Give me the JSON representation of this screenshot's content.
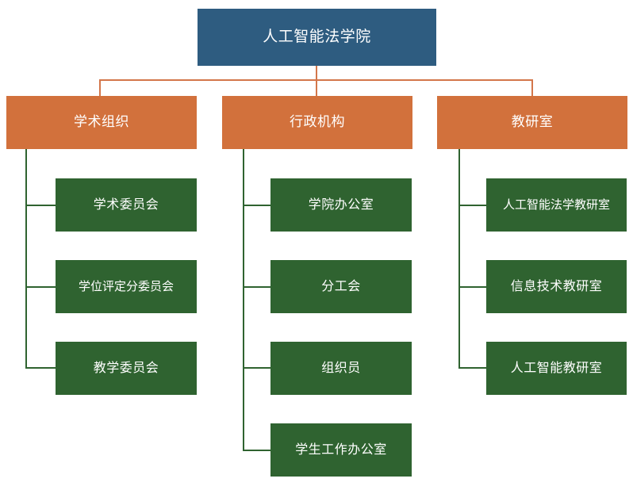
{
  "diagram": {
    "type": "organization-chart",
    "title_node": {
      "label": "人工智能法学院",
      "color": "#2E5C80",
      "level": 0
    },
    "colors": {
      "root": "#2E5C80",
      "branch": "#D2713C",
      "leaf": "#2F6330",
      "connector_orange": "#D3764A",
      "connector_green": "#2F6330",
      "background": "#FFFFFF",
      "text": "#FFFFFF"
    },
    "branches": [
      {
        "label": "学术组织",
        "color": "#D2713C",
        "children": [
          {
            "label": "学术委员会"
          },
          {
            "label": "学位评定分委员会"
          },
          {
            "label": "教学委员会"
          }
        ]
      },
      {
        "label": "行政机构",
        "color": "#D2713C",
        "children": [
          {
            "label": "学院办公室"
          },
          {
            "label": "分工会"
          },
          {
            "label": "组织员"
          },
          {
            "label": "学生工作办公室"
          }
        ]
      },
      {
        "label": "教研室",
        "color": "#D2713C",
        "children": [
          {
            "label": "人工智能法学教研室"
          },
          {
            "label": "信息技术教研室"
          },
          {
            "label": "人工智能教研室"
          }
        ]
      }
    ]
  }
}
